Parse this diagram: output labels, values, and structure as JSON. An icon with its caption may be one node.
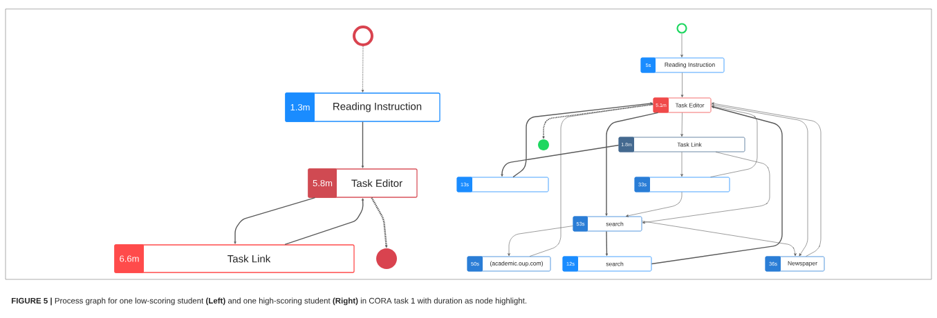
{
  "diagram": {
    "caption": "**FIGURE 5 |** Process graph for one low-scoring student **(Left)** and one high-scoring student **(Right)** in CORA task 1 with duration as node highlight.",
    "nodes": [
      {
        "text": [],
        "shape": "circle"
      },
      {
        "text": [
          "1.3m",
          "Reading Instruction"
        ]
      },
      {
        "text": [
          "5.8m",
          "Task Editor"
        ]
      },
      {
        "text": [
          "6.6m",
          "Task Link"
        ]
      },
      {
        "text": [],
        "shape": "circle"
      },
      {
        "text": [],
        "shape": "circle"
      },
      {
        "text": [
          "5s",
          "Reading Instruction"
        ]
      },
      {
        "text": [
          "5.1m",
          "Task Editor"
        ]
      },
      {
        "text": [],
        "shape": "circle"
      },
      {
        "text": [
          "1.8m",
          "Task Link"
        ]
      },
      {
        "text": [
          "13s"
        ]
      },
      {
        "text": [
          "33s"
        ]
      },
      {
        "text": [
          "53s",
          "search"
        ]
      },
      {
        "text": [
          "50s",
          "(academic.oup.com)"
        ]
      },
      {
        "text": [
          "12s",
          "search"
        ]
      },
      {
        "text": [
          "36s",
          "Newspaper"
        ]
      }
    ],
    "edges": [
      {
        "from": 0,
        "to": 1,
        "arrow": "to",
        "style": "dashed"
      },
      {
        "from": 1,
        "to": 2,
        "arrow": "to"
      },
      {
        "from": 2,
        "to": 3,
        "arrow": "to"
      },
      {
        "from": 3,
        "to": 2,
        "arrow": "to"
      },
      {
        "from": 2,
        "to": 4,
        "arrow": "to",
        "style": "dashed"
      },
      {
        "from": 5,
        "to": 6,
        "arrow": "to"
      },
      {
        "from": 6,
        "to": 7,
        "arrow": "to"
      },
      {
        "from": 7,
        "to": 8,
        "arrow": "to",
        "style": "dashed"
      },
      {
        "from": 7,
        "to": 9,
        "arrow": "to"
      },
      {
        "from": 10,
        "to": 7,
        "arrow": "to"
      },
      {
        "from": 9,
        "to": 10,
        "arrow": "to"
      },
      {
        "from": 13,
        "to": 7,
        "arrow": "to"
      },
      {
        "from": 7,
        "to": 12,
        "arrow": "to"
      },
      {
        "from": 9,
        "to": 11,
        "arrow": "to"
      },
      {
        "from": 11,
        "to": 7,
        "arrow": "to"
      },
      {
        "from": 9,
        "to": 12,
        "arrow": "to"
      },
      {
        "from": 11,
        "to": 12,
        "arrow": "to"
      },
      {
        "from": 12,
        "to": 13,
        "arrow": "to"
      },
      {
        "from": 12,
        "to": 14,
        "arrow": "to"
      },
      {
        "from": 12,
        "to": 15,
        "arrow": "to"
      },
      {
        "from": 14,
        "to": 7,
        "arrow": "to"
      },
      {
        "from": 7,
        "to": 15,
        "arrow": "to"
      },
      {
        "from": 15,
        "to": 7,
        "arrow": "to"
      }
    ]
  }
}
